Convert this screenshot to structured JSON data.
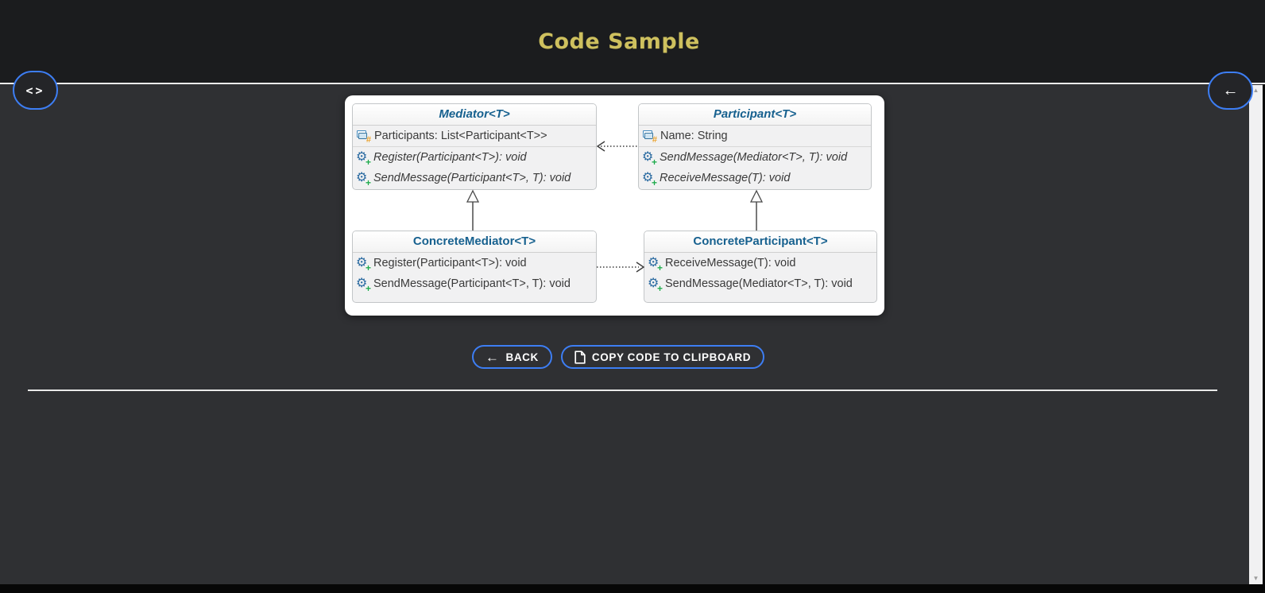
{
  "header": {
    "title": "Code Sample"
  },
  "floating_buttons": {
    "code_toggle_icon": "<>",
    "back_icon": "←"
  },
  "diagram": {
    "classes": [
      {
        "name": "Mediator<T>",
        "stereotype": "abstract",
        "fields": [
          "Participants: List<Participant<T>>"
        ],
        "methods": [
          "Register(Participant<T>): void",
          "SendMessage(Participant<T>, T): void"
        ]
      },
      {
        "name": "Participant<T>",
        "stereotype": "abstract",
        "fields": [
          "Name: String"
        ],
        "methods": [
          "SendMessage(Mediator<T>, T): void",
          "ReceiveMessage(T): void"
        ]
      },
      {
        "name": "ConcreteMediator<T>",
        "stereotype": "concrete",
        "fields": [],
        "methods": [
          "Register(Participant<T>): void",
          "SendMessage(Participant<T>, T): void"
        ]
      },
      {
        "name": "ConcreteParticipant<T>",
        "stereotype": "concrete",
        "fields": [],
        "methods": [
          "ReceiveMessage(T): void",
          "SendMessage(Mediator<T>, T): void"
        ]
      }
    ],
    "relations": [
      {
        "from": "ConcreteMediator<T>",
        "to": "Mediator<T>",
        "type": "inheritance"
      },
      {
        "from": "ConcreteParticipant<T>",
        "to": "Participant<T>",
        "type": "inheritance"
      },
      {
        "from": "Participant<T>",
        "to": "Mediator<T>",
        "type": "dotted-association"
      },
      {
        "from": "ConcreteMediator<T>",
        "to": "ConcreteParticipant<T>",
        "type": "dotted-association"
      }
    ],
    "icons": {
      "field_hash": "#",
      "gear": "⚙",
      "plus": "+"
    }
  },
  "actions": {
    "back_label": "BACK",
    "back_icon": "←",
    "copy_label": "COPY CODE TO CLIPBOARD"
  },
  "scrollbar": {
    "up_icon": "▲",
    "down_icon": "▼"
  },
  "colors": {
    "accent_blue": "#3d7ef4",
    "title_gold": "#cec05e",
    "class_title_blue": "#17618f",
    "header_bg": "#1b1c1e",
    "content_bg": "#2f3033"
  }
}
